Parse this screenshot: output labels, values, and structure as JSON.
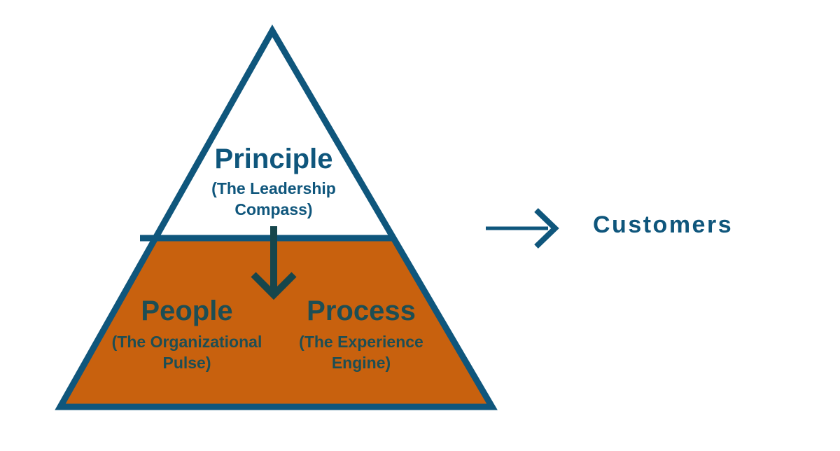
{
  "diagram": {
    "title_implied": "Principle-People-Process pyramid leading to Customers",
    "pyramid": {
      "top_section": {
        "title": "Principle",
        "subtitle": "(The Leadership Compass)"
      },
      "bottom_section": {
        "left": {
          "title": "People",
          "subtitle": "(The Organizational Pulse)"
        },
        "right": {
          "title": "Process",
          "subtitle": "(The Experience Engine)"
        }
      }
    },
    "output_label": "Customers",
    "icons": {
      "down_arrow": "arrow-down",
      "right_arrow": "arrow-right"
    },
    "colors": {
      "outline_teal": "#0F567C",
      "fill_orange": "#C8610E",
      "dark_text": "#1D4E54",
      "down_arrow": "#16464C",
      "background": "#FFFFFF",
      "none": "none"
    }
  }
}
